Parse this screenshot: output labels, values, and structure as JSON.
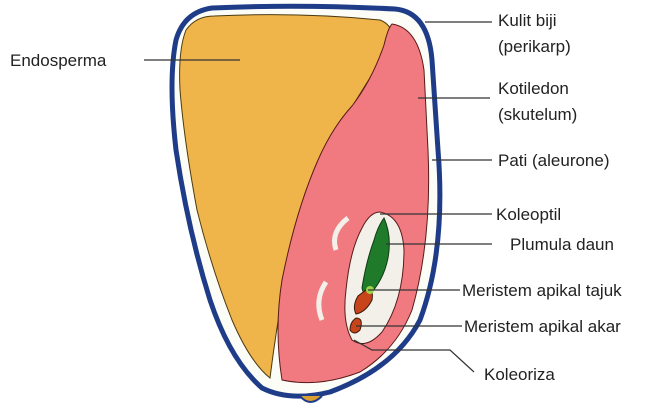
{
  "diagram": {
    "labels": {
      "endosperm": "Endosperma",
      "seed_coat_line1": "Kulit biji",
      "seed_coat_line2": "(perikarp)",
      "cotyledon_line1": "Kotiledon",
      "cotyledon_line2": "(skutelum)",
      "aleurone": "Pati (aleurone)",
      "coleoptile": "Koleoptil",
      "leaf_plumule": "Plumula daun",
      "shoot_apical_meristem": "Meristem apikal tajuk",
      "root_apical_meristem": "Meristem apikal akar",
      "coleorhiza": "Koleoriza"
    },
    "colors": {
      "outline": "#1f3c88",
      "endosperm": "#f0b54a",
      "scutellum": "#f07a80",
      "aleurone": "#fdfdf8",
      "embryo_sheath": "#f3f0ea",
      "plumule": "#1f7a2a",
      "meristem": "#c8441a"
    }
  }
}
